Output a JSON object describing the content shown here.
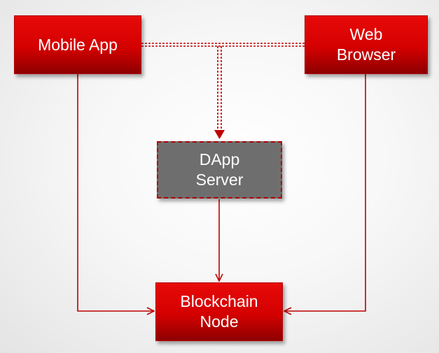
{
  "nodes": {
    "mobile_app": "Mobile App",
    "web_browser": "Web\nBrowser",
    "dapp_server": "DApp\nServer",
    "blockchain_node": "Blockchain\nNode"
  },
  "colors": {
    "accent_red": "#d40000",
    "server_gray": "#6e6e6e",
    "connector": "#c00000"
  }
}
